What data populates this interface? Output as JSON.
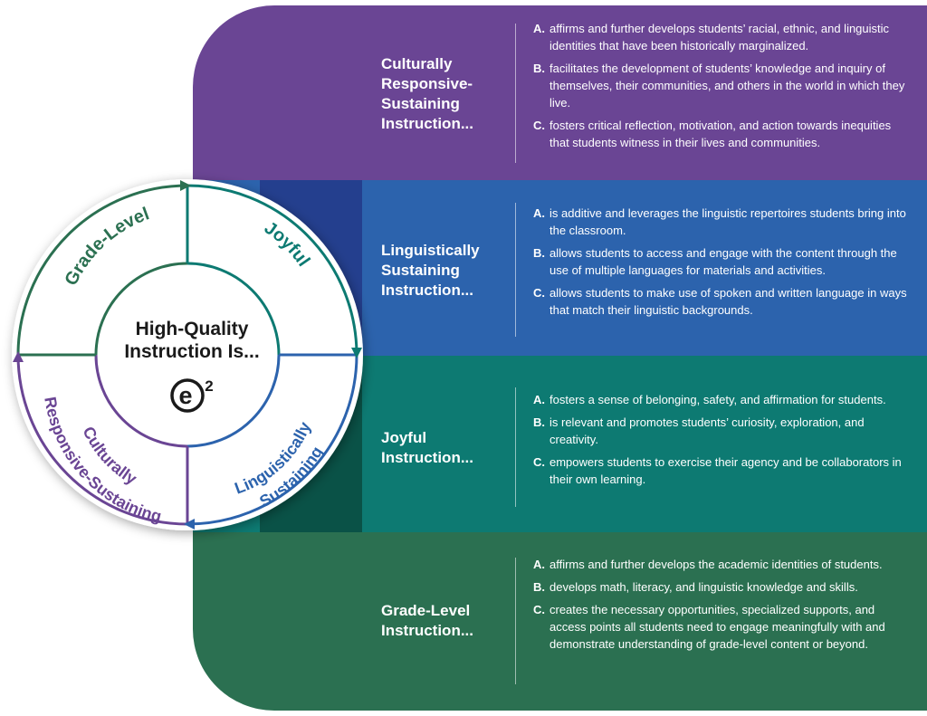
{
  "wheel": {
    "center_line1": "High-Quality",
    "center_line2": "Instruction Is...",
    "logo": "e²",
    "segments": {
      "grade_level": "Grade-Level",
      "joyful": "Joyful",
      "ling_line1": "Linguistically",
      "ling_line2": "Sustaining",
      "crs_line1": "Culturally",
      "crs_line2": "Responsive-Sustaining"
    },
    "colors": {
      "purple": "#6a4594",
      "blue": "#2c63ad",
      "teal": "#0d7a72",
      "green": "#2b7051"
    }
  },
  "sections": [
    {
      "heading_lines": [
        "Culturally",
        "Responsive-",
        "Sustaining",
        "Instruction..."
      ],
      "items": [
        {
          "letter": "A.",
          "text": "affirms and further develops students’ racial, ethnic, and linguistic identities that have been historically marginalized."
        },
        {
          "letter": "B.",
          "text": "facilitates the development of students’ knowledge and inquiry of themselves, their communities, and others in the world in which they live."
        },
        {
          "letter": "C.",
          "text": "fosters critical reflection, motivation, and action towards inequities that students witness in their lives and communities."
        }
      ]
    },
    {
      "heading_lines": [
        "Linguistically",
        "Sustaining",
        "Instruction..."
      ],
      "items": [
        {
          "letter": "A.",
          "text": "is additive and leverages the linguistic repertoires students bring into the classroom."
        },
        {
          "letter": "B.",
          "text": "allows students to access and engage with the content through the use of multiple languages for materials and activities."
        },
        {
          "letter": "C.",
          "text": "allows students to make use of spoken and written language in ways that match their linguistic backgrounds."
        }
      ]
    },
    {
      "heading_lines": [
        "Joyful",
        "Instruction..."
      ],
      "items": [
        {
          "letter": "A.",
          "text": "fosters a sense of belonging, safety, and affirmation for students."
        },
        {
          "letter": "B.",
          "text": "is relevant and promotes students’ curiosity, exploration, and creativity."
        },
        {
          "letter": "C.",
          "text": "empowers students to exercise their agency and be collaborators in their own learning."
        }
      ]
    },
    {
      "heading_lines": [
        "Grade-Level",
        "Instruction..."
      ],
      "items": [
        {
          "letter": "A.",
          "text": "affirms and further develops the academic identities of students."
        },
        {
          "letter": "B.",
          "text": "develops math, literacy, and linguistic knowledge and skills."
        },
        {
          "letter": "C.",
          "text": "creates the necessary opportunities, specialized supports, and access points all students need to engage meaningfully with and demonstrate understanding of grade-level content or beyond."
        }
      ]
    }
  ]
}
